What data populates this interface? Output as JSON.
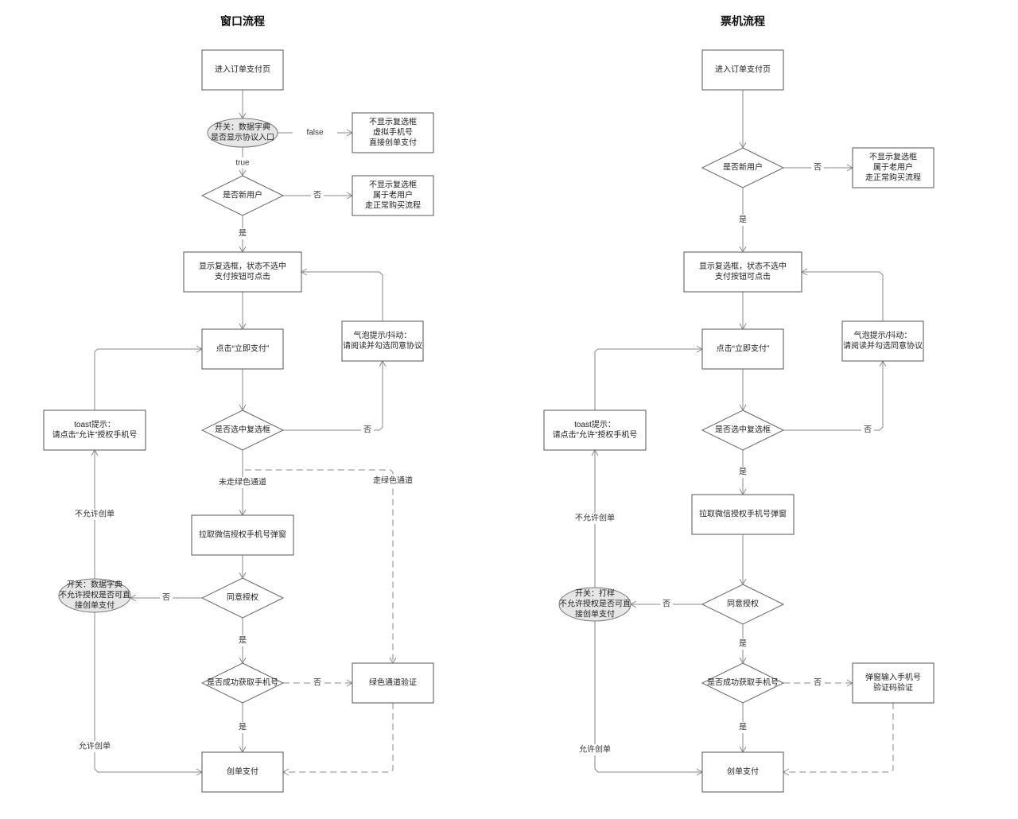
{
  "diagrams": [
    {
      "title": "窗口流程",
      "nodes": {
        "enter_order": {
          "shape": "rect",
          "lines": [
            "进入订单支付页"
          ]
        },
        "switch_dict": {
          "shape": "ellipse",
          "lines": [
            "开关：数据字典",
            "是否显示协议入口"
          ]
        },
        "no_checkbox_virtual": {
          "shape": "rect",
          "lines": [
            "不显示复选框",
            "虚拟手机号",
            "直接创单支付"
          ]
        },
        "is_new_user": {
          "shape": "diamond",
          "lines": [
            "是否新用户"
          ]
        },
        "no_checkbox_old": {
          "shape": "rect",
          "lines": [
            "不显示复选框",
            "属于老用户",
            "走正常购买流程"
          ]
        },
        "show_checkbox": {
          "shape": "rect",
          "lines": [
            "显示复选框，状态不选中",
            "支付按钮可点击"
          ]
        },
        "bubble_tip": {
          "shape": "rect",
          "lines": [
            "气泡提示/抖动：",
            "请阅读并勾选同意协议"
          ]
        },
        "click_pay": {
          "shape": "rect",
          "lines": [
            "点击“立即支付”"
          ]
        },
        "toast_tip": {
          "shape": "rect",
          "lines": [
            "toast提示：",
            "请点击“允许”授权手机号"
          ]
        },
        "is_checked": {
          "shape": "diamond",
          "lines": [
            "是否选中复选框"
          ]
        },
        "wechat_popup": {
          "shape": "rect",
          "lines": [
            "拉取微信授权手机号弹窗"
          ]
        },
        "switch_allow": {
          "shape": "ellipse",
          "lines": [
            "开关：数据字典",
            "不允许授权是否可直",
            "接创单支付"
          ]
        },
        "agree_auth": {
          "shape": "diamond",
          "lines": [
            "同意授权"
          ]
        },
        "get_phone": {
          "shape": "diamond",
          "lines": [
            "是否成功获取手机号"
          ]
        },
        "green_verify": {
          "shape": "rect",
          "lines": [
            "绿色通道验证"
          ]
        },
        "create_pay": {
          "shape": "rect",
          "lines": [
            "创单支付"
          ]
        }
      },
      "edge_labels": {
        "false": "false",
        "true": "true",
        "no_new": "否",
        "yes_new": "是",
        "no_checked": "否",
        "not_green": "未走绿色通道",
        "green": "走绿色通道",
        "no_agree": "否",
        "yes_agree": "是",
        "no_phone": "否",
        "yes_phone": "是",
        "disallow": "不允许创单",
        "allow": "允许创单"
      }
    },
    {
      "title": "票机流程",
      "nodes": {
        "enter_order": {
          "shape": "rect",
          "lines": [
            "进入订单支付页"
          ]
        },
        "is_new_user": {
          "shape": "diamond",
          "lines": [
            "是否新用户"
          ]
        },
        "no_checkbox_old": {
          "shape": "rect",
          "lines": [
            "不显示复选框",
            "属于老用户",
            "走正常购买流程"
          ]
        },
        "show_checkbox": {
          "shape": "rect",
          "lines": [
            "显示复选框，状态不选中",
            "支付按钮可点击"
          ]
        },
        "bubble_tip": {
          "shape": "rect",
          "lines": [
            "气泡提示/抖动：",
            "请阅读并勾选同意协议"
          ]
        },
        "click_pay": {
          "shape": "rect",
          "lines": [
            "点击“立即支付”"
          ]
        },
        "toast_tip": {
          "shape": "rect",
          "lines": [
            "toast提示：",
            "请点击“允许”授权手机号"
          ]
        },
        "is_checked": {
          "shape": "diamond",
          "lines": [
            "是否选中复选框"
          ]
        },
        "wechat_popup": {
          "shape": "rect",
          "lines": [
            "拉取微信授权手机号弹窗"
          ]
        },
        "switch_allow": {
          "shape": "ellipse",
          "lines": [
            "开关：打样",
            "不允许授权是否可直",
            "接创单支付"
          ]
        },
        "agree_auth": {
          "shape": "diamond",
          "lines": [
            "同意授权"
          ]
        },
        "get_phone": {
          "shape": "diamond",
          "lines": [
            "是否成功获取手机号"
          ]
        },
        "sms_verify": {
          "shape": "rect",
          "lines": [
            "弹窗输入手机号",
            "验证码验证"
          ]
        },
        "create_pay": {
          "shape": "rect",
          "lines": [
            "创单支付"
          ]
        }
      },
      "edge_labels": {
        "no_new": "否",
        "yes_new": "是",
        "no_checked": "否",
        "yes_checked": "是",
        "no_agree": "否",
        "yes_agree": "是",
        "no_phone": "否",
        "yes_phone": "是",
        "disallow": "不允许创单",
        "allow": "允许创单"
      }
    }
  ]
}
